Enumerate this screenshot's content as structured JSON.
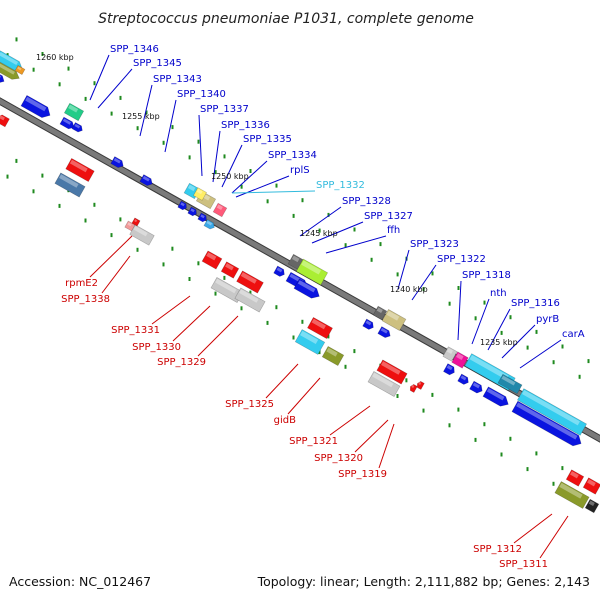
{
  "title": "Streptococcus pneumoniae P1031, complete genome",
  "footer": {
    "accession": "Accession: NC_012467",
    "stats": "Topology: linear; Length: 2,111,882 bp; Genes: 2,143"
  },
  "colors": {
    "label_top": "#0000cc",
    "label_bottom": "#cc0000",
    "label_highlight": "#33bbdd",
    "backbone": "#7a7a7a",
    "tick": "#1f8a1f"
  },
  "kbp_marks": [
    "1260 kbp",
    "1255 kbp",
    "1250 kbp",
    "1245 kbp",
    "1240 kbp",
    "1235 kbp"
  ],
  "labels_top": [
    "SPP_1346",
    "SPP_1345",
    "SPP_1343",
    "SPP_1340",
    "SPP_1337",
    "SPP_1336",
    "SPP_1335",
    "SPP_1334",
    "rplS",
    "SPP_1332",
    "SPP_1328",
    "SPP_1327",
    "ffh",
    "SPP_1323",
    "SPP_1322",
    "SPP_1318",
    "nth",
    "SPP_1316",
    "pyrB",
    "carA"
  ],
  "labels_bottom": [
    "rpmE2",
    "SPP_1338",
    "SPP_1331",
    "SPP_1330",
    "SPP_1329",
    "SPP_1325",
    "gidB",
    "SPP_1321",
    "SPP_1320",
    "SPP_1319",
    "SPP_1312",
    "SPP_1311"
  ]
}
